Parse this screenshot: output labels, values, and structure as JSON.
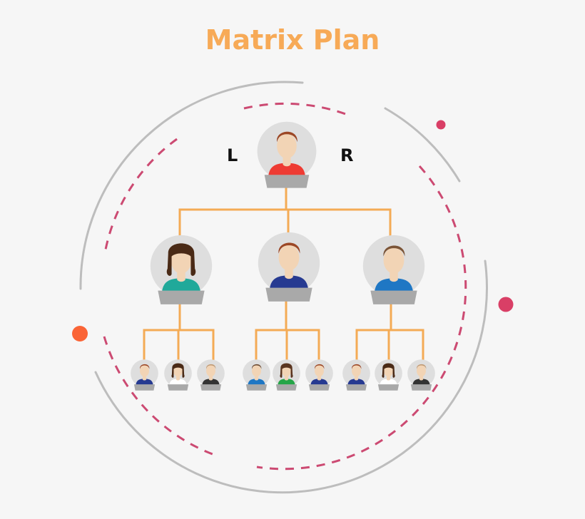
{
  "title": "Matrix Plan",
  "labels": {
    "left": "L",
    "right": "R"
  },
  "colors": {
    "title": "#f7aa57",
    "connector": "#f4ab55",
    "outer_arc": "#bdbdbd",
    "dashed_arc": "#cc4a72",
    "dot_pink": "#d93f66",
    "dot_orange": "#fa6436",
    "avatar_bg": "#dedede",
    "desk": "#a9a9a9",
    "skin": "#f2d4b5"
  },
  "tree": {
    "root": {
      "role": "top-member",
      "gender": "male",
      "hair": "#9c4725",
      "shirt": "#ee3b33"
    },
    "level1": [
      {
        "role": "left-leg",
        "gender": "female",
        "hair": "#4a2a16",
        "shirt": "#20a99a"
      },
      {
        "role": "middle-leg",
        "gender": "male",
        "hair": "#9c4725",
        "shirt": "#263a91"
      },
      {
        "role": "right-leg",
        "gender": "male",
        "hair": "#7b5437",
        "shirt": "#1f77c4"
      }
    ],
    "level2": [
      {
        "gender": "male",
        "hair": "#9c4725",
        "shirt": "#263a91"
      },
      {
        "gender": "female",
        "hair": "#4a2a16",
        "shirt": "#ffffff"
      },
      {
        "gender": "male",
        "hair": "#c09a74",
        "shirt": "#333333"
      },
      {
        "gender": "male",
        "hair": "#6e4c33",
        "shirt": "#1f77c4"
      },
      {
        "gender": "female",
        "hair": "#5a3520",
        "shirt": "#25a548"
      },
      {
        "gender": "male",
        "hair": "#9c4725",
        "shirt": "#263a91"
      },
      {
        "gender": "male",
        "hair": "#9c4725",
        "shirt": "#263a91"
      },
      {
        "gender": "female",
        "hair": "#4a2a16",
        "shirt": "#ffffff"
      },
      {
        "gender": "male",
        "hair": "#c09a74",
        "shirt": "#333333"
      }
    ]
  }
}
